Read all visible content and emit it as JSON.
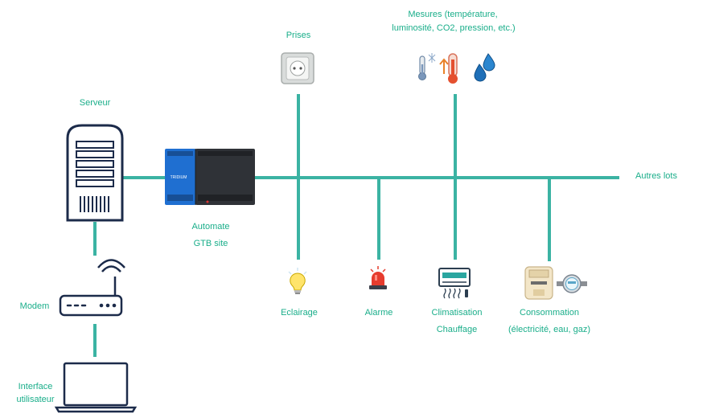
{
  "labels": {
    "serveur": "Serveur",
    "prises": "Prises",
    "mesures_1": "Mesures (température,",
    "mesures_2": "luminosité, CO2, pression, etc.)",
    "autres_lots": "Autres lots",
    "automate": "Automate",
    "gtb_site": "GTB site",
    "modem": "Modem",
    "interface_1": "Interface",
    "interface_2": "utilisateur",
    "eclairage": "Eclairage",
    "alarme": "Alarme",
    "climatisation": "Climatisation",
    "chauffage": "Chauffage",
    "consommation": "Consommation",
    "consommation_detail": "(électricité, eau, gaz)",
    "controller_brand": "TRIDIUM"
  },
  "colors": {
    "line": "#3bb3a3",
    "label": "#1aae8a",
    "icon_dark": "#1c2b4a",
    "controller_blue": "#1f6fd1",
    "controller_dark": "#2f3237"
  },
  "icons": [
    "server-icon",
    "controller-icon",
    "outlet-icon",
    "thermometer-icon",
    "temperature-icon",
    "water-drops-icon",
    "router-icon",
    "laptop-icon",
    "light-bulb-icon",
    "alarm-light-icon",
    "air-conditioner-icon",
    "electric-meter-icon",
    "water-meter-icon"
  ]
}
